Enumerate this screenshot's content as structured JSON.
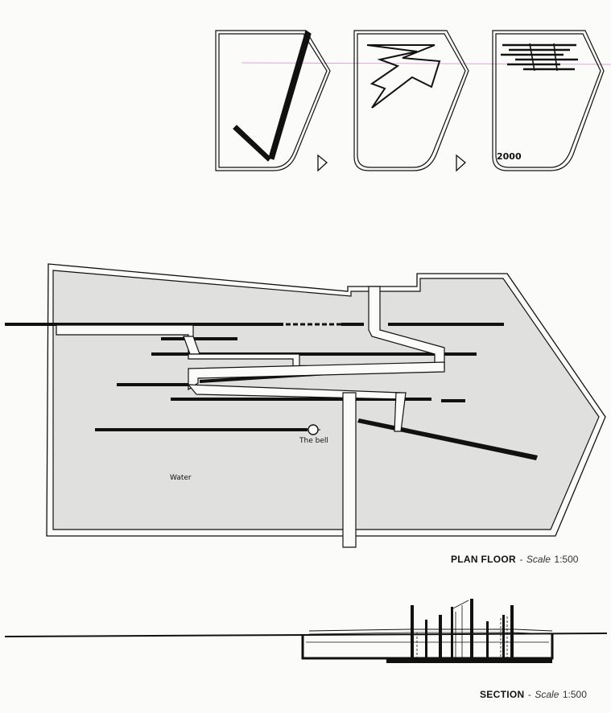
{
  "thumbnails": {
    "year": "2000"
  },
  "plan": {
    "title": "PLAN FLOOR",
    "scale_word": "Scale",
    "scale_value": "1:500",
    "separator": "-",
    "label_bell": "The bell",
    "label_water": "Water"
  },
  "section": {
    "title": "SECTION",
    "scale_word": "Scale",
    "scale_value": "1:500",
    "separator": "-"
  },
  "colors": {
    "ink": "#111111",
    "water_fill": "#e0e0de",
    "paper": "#fbfbf9",
    "accent_line": "#d9a8d6"
  }
}
